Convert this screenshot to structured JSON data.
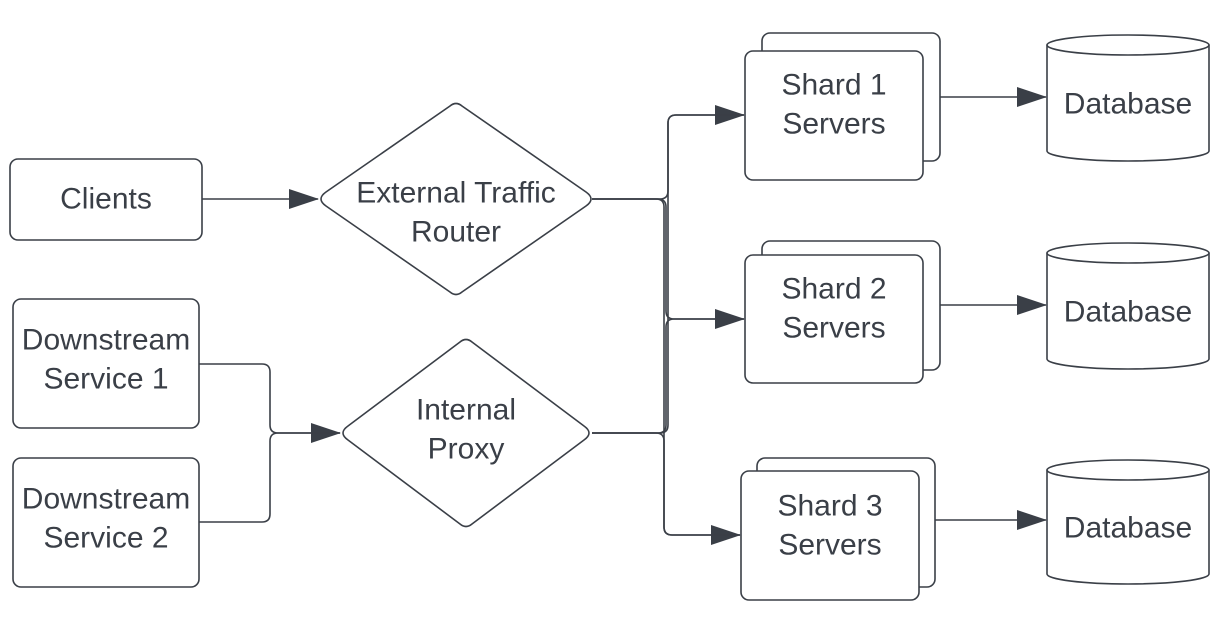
{
  "colors": {
    "stroke": "#3a3f47",
    "text": "#3a3f47",
    "fill": "#ffffff"
  },
  "nodes": {
    "clients": {
      "label": "Clients"
    },
    "downstream1": {
      "line1": "Downstream",
      "line2": "Service 1"
    },
    "downstream2": {
      "line1": "Downstream",
      "line2": "Service 2"
    },
    "router": {
      "line1": "External Traffic",
      "line2": "Router"
    },
    "proxy": {
      "line1": "Internal",
      "line2": "Proxy"
    },
    "shard1": {
      "line1": "Shard 1",
      "line2": "Servers"
    },
    "shard2": {
      "line1": "Shard 2",
      "line2": "Servers"
    },
    "shard3": {
      "line1": "Shard 3",
      "line2": "Servers"
    },
    "db1": {
      "label": "Database"
    },
    "db2": {
      "label": "Database"
    },
    "db3": {
      "label": "Database"
    }
  },
  "edges": [
    {
      "from": "Clients",
      "to": "External Traffic Router"
    },
    {
      "from": "Downstream Service 1",
      "to": "Internal Proxy"
    },
    {
      "from": "Downstream Service 2",
      "to": "Internal Proxy"
    },
    {
      "from": "External Traffic Router",
      "to": "Shard 1 Servers"
    },
    {
      "from": "External Traffic Router",
      "to": "Shard 2 Servers"
    },
    {
      "from": "External Traffic Router",
      "to": "Shard 3 Servers"
    },
    {
      "from": "Internal Proxy",
      "to": "Shard 1 Servers"
    },
    {
      "from": "Internal Proxy",
      "to": "Shard 2 Servers"
    },
    {
      "from": "Internal Proxy",
      "to": "Shard 3 Servers"
    },
    {
      "from": "Shard 1 Servers",
      "to": "Database"
    },
    {
      "from": "Shard 2 Servers",
      "to": "Database"
    },
    {
      "from": "Shard 3 Servers",
      "to": "Database"
    }
  ]
}
